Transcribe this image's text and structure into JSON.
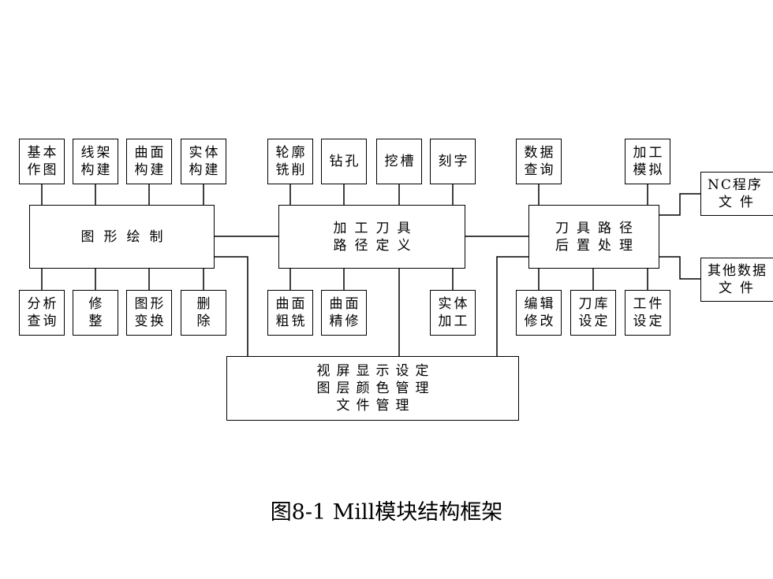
{
  "caption": "图8-1  Mill模块结构框架",
  "nodes": [
    {
      "id": "n-jibenzuotu",
      "lines": [
        "基本",
        "作图"
      ]
    },
    {
      "id": "n-xianjia",
      "lines": [
        "线架",
        "构建"
      ]
    },
    {
      "id": "n-qumian",
      "lines": [
        "曲面",
        "构建"
      ]
    },
    {
      "id": "n-shiti",
      "lines": [
        "实体",
        "构建"
      ]
    },
    {
      "id": "n-lunkuo",
      "lines": [
        "轮廓",
        "铣削"
      ]
    },
    {
      "id": "n-zuankong",
      "lines": [
        "钻孔"
      ]
    },
    {
      "id": "n-wacao",
      "lines": [
        "挖槽"
      ]
    },
    {
      "id": "n-kezi",
      "lines": [
        "刻字"
      ]
    },
    {
      "id": "n-shuju",
      "lines": [
        "数据",
        "查询"
      ]
    },
    {
      "id": "n-jiagongmoni",
      "lines": [
        "加工",
        "模拟"
      ]
    },
    {
      "id": "n-tuxinghuizhi",
      "lines": [
        "图形绘制"
      ]
    },
    {
      "id": "n-daojulujing",
      "lines": [
        "加工刀具",
        "路径定义"
      ]
    },
    {
      "id": "n-houzhichuli",
      "lines": [
        "刀具路径",
        "后置处理"
      ]
    },
    {
      "id": "n-nc",
      "lines": [
        "NC程序",
        "文件"
      ]
    },
    {
      "id": "n-qita",
      "lines": [
        "其他数据",
        "文件"
      ]
    },
    {
      "id": "n-fenxi",
      "lines": [
        "分析",
        "查询"
      ]
    },
    {
      "id": "n-xiuzheng",
      "lines": [
        "修",
        "整"
      ]
    },
    {
      "id": "n-bianhuan",
      "lines": [
        "图形",
        "变换"
      ]
    },
    {
      "id": "n-shanchu",
      "lines": [
        "删",
        "除"
      ]
    },
    {
      "id": "n-cuxi",
      "lines": [
        "曲面",
        "粗铣"
      ]
    },
    {
      "id": "n-jingxiu",
      "lines": [
        "曲面",
        "精修"
      ]
    },
    {
      "id": "n-shitijiagong",
      "lines": [
        "实体",
        "加工"
      ]
    },
    {
      "id": "n-bianji",
      "lines": [
        "编辑",
        "修改"
      ]
    },
    {
      "id": "n-daoku",
      "lines": [
        "刀库",
        "设定"
      ]
    },
    {
      "id": "n-gongjian",
      "lines": [
        "工件",
        "设定"
      ]
    },
    {
      "id": "n-shiping",
      "lines": [
        "视屏显示设定",
        "图层颜色管理",
        "文件管理"
      ]
    }
  ]
}
